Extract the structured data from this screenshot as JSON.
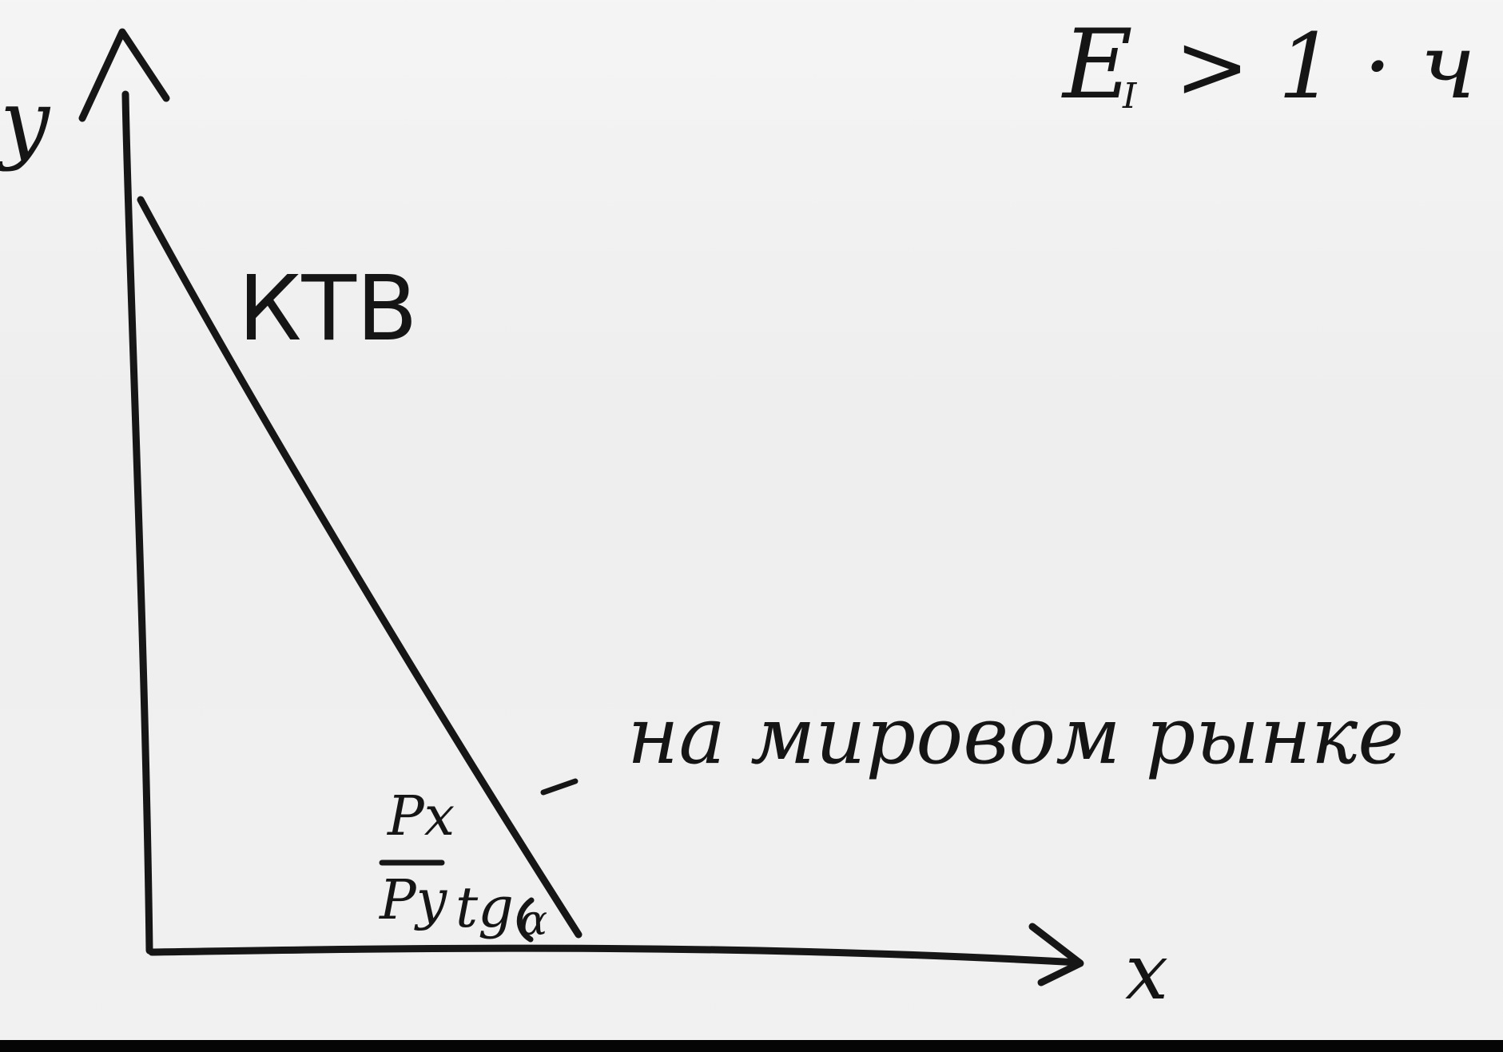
{
  "labels": {
    "y_axis": "y",
    "x_axis": "x",
    "curve": "КТВ",
    "formula_top": "E",
    "formula_sub": "I",
    "formula_rest": "> 1 · ч",
    "ratio_num": "Px",
    "ratio_den": "Py",
    "tg": "tg",
    "alpha": "α",
    "note": "на мировом рынке"
  }
}
